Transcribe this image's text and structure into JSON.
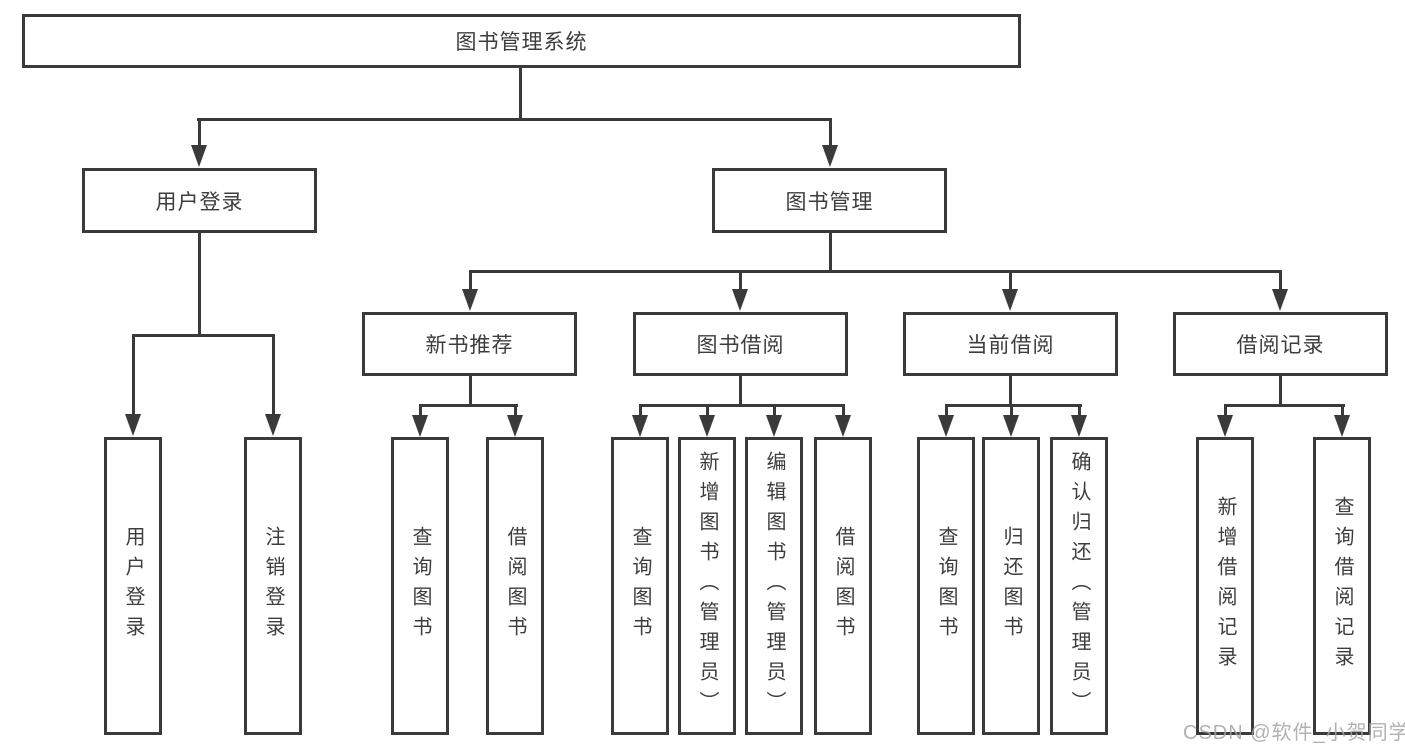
{
  "root": {
    "label": "图书管理系统"
  },
  "branches": [
    {
      "label": "用户登录"
    },
    {
      "label": "图书管理"
    }
  ],
  "sections": [
    {
      "label": "新书推荐"
    },
    {
      "label": "图书借阅"
    },
    {
      "label": "当前借阅"
    },
    {
      "label": "借阅记录"
    }
  ],
  "leaves": [
    {
      "parent": "用户登录",
      "label": "用户登录"
    },
    {
      "parent": "用户登录",
      "label": "注销登录"
    },
    {
      "parent": "新书推荐",
      "label": "查询图书"
    },
    {
      "parent": "新书推荐",
      "label": "借阅图书"
    },
    {
      "parent": "图书借阅",
      "label": "查询图书"
    },
    {
      "parent": "图书借阅",
      "label": "新增图书（管理员）"
    },
    {
      "parent": "图书借阅",
      "label": "编辑图书（管理员）"
    },
    {
      "parent": "图书借阅",
      "label": "借阅图书"
    },
    {
      "parent": "当前借阅",
      "label": "查询图书"
    },
    {
      "parent": "当前借阅",
      "label": "归还图书"
    },
    {
      "parent": "当前借阅",
      "label": "确认归还（管理员）"
    },
    {
      "parent": "借阅记录",
      "label": "新增借阅记录"
    },
    {
      "parent": "借阅记录",
      "label": "查询借阅记录"
    }
  ],
  "watermark": {
    "text": "CSDN @软件_小贺同学"
  },
  "colors": {
    "border": "#3a3a3a",
    "line": "#3a3a3a",
    "text": "#3d3d3d",
    "watermark": "#a5a5a5",
    "background": "#ffffff"
  }
}
